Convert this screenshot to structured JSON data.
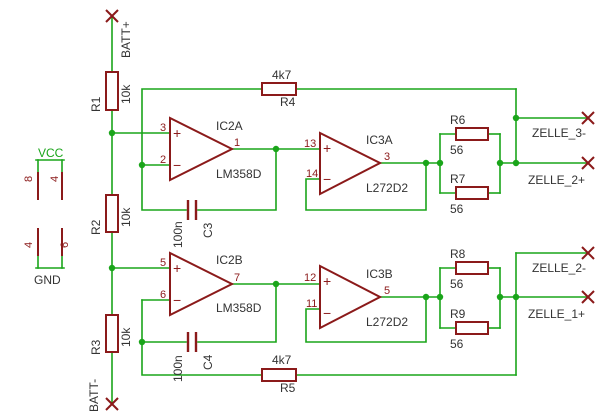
{
  "nets": {
    "batt_plus": "BATT+",
    "batt_minus": "BATT-",
    "vcc": "VCC",
    "gnd": "GND",
    "zelle_3m": "ZELLE_3-",
    "zelle_2p": "ZELLE_2+",
    "zelle_2m": "ZELLE_2-",
    "zelle_1p": "ZELLE_1+"
  },
  "resistors": {
    "r1": {
      "name": "R1",
      "value": "10k"
    },
    "r2": {
      "name": "R2",
      "value": "10k"
    },
    "r3": {
      "name": "R3",
      "value": "10k"
    },
    "r4": {
      "name": "R4",
      "value": "4k7"
    },
    "r5": {
      "name": "R5",
      "value": "4k7"
    },
    "r6": {
      "name": "R6",
      "value": "56"
    },
    "r7": {
      "name": "R7",
      "value": "56"
    },
    "r8": {
      "name": "R8",
      "value": "56"
    },
    "r9": {
      "name": "R9",
      "value": "56"
    }
  },
  "capacitors": {
    "c3": {
      "name": "C3",
      "value": "100n"
    },
    "c4": {
      "name": "C4",
      "value": "100n"
    }
  },
  "opamps": {
    "ic2a": {
      "name": "IC2A",
      "part": "LM358D",
      "pin_plus": "3",
      "pin_minus": "2",
      "pin_out": "1"
    },
    "ic2b": {
      "name": "IC2B",
      "part": "LM358D",
      "pin_plus": "5",
      "pin_minus": "6",
      "pin_out": "7"
    },
    "ic3a": {
      "name": "IC3A",
      "part": "L272D2",
      "pin_plus": "13",
      "pin_minus": "14",
      "pin_out": "3"
    },
    "ic3b": {
      "name": "IC3B",
      "part": "L272D2",
      "pin_plus": "12",
      "pin_minus": "11",
      "pin_out": "5"
    }
  },
  "power": {
    "vcc_pin_left": "8",
    "vcc_pin_right": "4",
    "gnd_pin_left": "4",
    "gnd_pin_right": "6"
  },
  "symbols": {
    "plus": "+",
    "minus": "−"
  }
}
